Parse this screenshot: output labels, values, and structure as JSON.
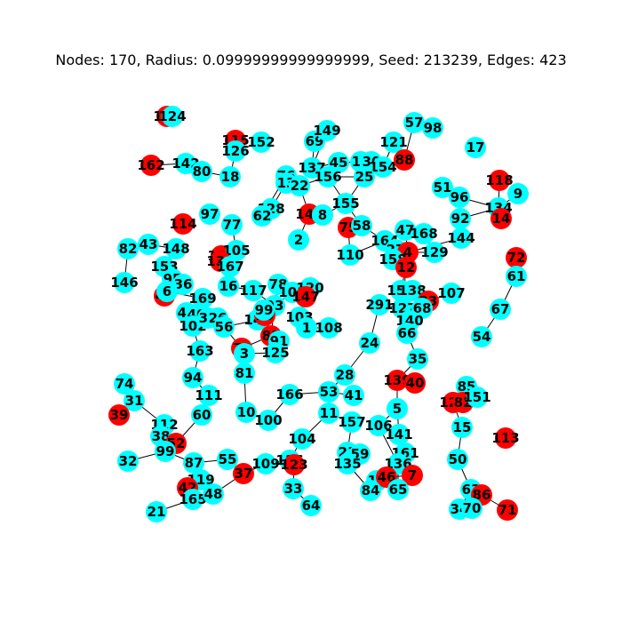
{
  "title": "Nodes: 170, Radius: 0.09999999999999999, Seed: 213239, Edges: 423",
  "colors": {
    "cyan": "#00ffff",
    "red": "#ff0000",
    "edge": "#000000",
    "label": "#000000"
  },
  "nodes": [
    {
      "id": "104",
      "color": "red"
    },
    {
      "id": "124",
      "color": "cyan"
    },
    {
      "id": "115",
      "color": "red"
    },
    {
      "id": "126",
      "color": "cyan"
    },
    {
      "id": "152",
      "color": "cyan"
    },
    {
      "id": "162",
      "color": "red"
    },
    {
      "id": "142",
      "color": "cyan"
    },
    {
      "id": "80",
      "color": "cyan"
    },
    {
      "id": "18",
      "color": "cyan"
    },
    {
      "id": "69",
      "color": "cyan"
    },
    {
      "id": "149",
      "color": "cyan"
    },
    {
      "id": "137",
      "color": "cyan"
    },
    {
      "id": "45",
      "color": "cyan"
    },
    {
      "id": "19",
      "color": "cyan"
    },
    {
      "id": "30",
      "color": "cyan"
    },
    {
      "id": "154",
      "color": "cyan"
    },
    {
      "id": "121",
      "color": "cyan"
    },
    {
      "id": "57",
      "color": "cyan"
    },
    {
      "id": "98",
      "color": "cyan"
    },
    {
      "id": "88",
      "color": "red"
    },
    {
      "id": "17",
      "color": "cyan"
    },
    {
      "id": "76",
      "color": "cyan"
    },
    {
      "id": "13",
      "color": "cyan"
    },
    {
      "id": "22",
      "color": "cyan"
    },
    {
      "id": "156",
      "color": "cyan"
    },
    {
      "id": "25",
      "color": "cyan"
    },
    {
      "id": "118",
      "color": "red"
    },
    {
      "id": "9",
      "color": "cyan"
    },
    {
      "id": "51",
      "color": "cyan"
    },
    {
      "id": "96",
      "color": "cyan"
    },
    {
      "id": "134",
      "color": "cyan"
    },
    {
      "id": "92",
      "color": "cyan"
    },
    {
      "id": "14",
      "color": "red"
    },
    {
      "id": "128",
      "color": "cyan"
    },
    {
      "id": "62",
      "color": "cyan"
    },
    {
      "id": "97",
      "color": "cyan"
    },
    {
      "id": "143",
      "color": "red"
    },
    {
      "id": "8",
      "color": "cyan"
    },
    {
      "id": "155",
      "color": "cyan"
    },
    {
      "id": "114",
      "color": "red"
    },
    {
      "id": "77",
      "color": "cyan"
    },
    {
      "id": "2",
      "color": "cyan"
    },
    {
      "id": "75",
      "color": "red"
    },
    {
      "id": "58",
      "color": "cyan"
    },
    {
      "id": "47",
      "color": "cyan"
    },
    {
      "id": "168",
      "color": "cyan"
    },
    {
      "id": "144",
      "color": "cyan"
    },
    {
      "id": "164",
      "color": "cyan"
    },
    {
      "id": "27",
      "color": "cyan"
    },
    {
      "id": "4",
      "color": "red"
    },
    {
      "id": "129",
      "color": "cyan"
    },
    {
      "id": "110",
      "color": "cyan"
    },
    {
      "id": "158",
      "color": "cyan"
    },
    {
      "id": "12",
      "color": "red"
    },
    {
      "id": "82",
      "color": "cyan"
    },
    {
      "id": "43",
      "color": "cyan"
    },
    {
      "id": "148",
      "color": "cyan"
    },
    {
      "id": "153",
      "color": "cyan"
    },
    {
      "id": "146",
      "color": "cyan"
    },
    {
      "id": "130",
      "color": "red"
    },
    {
      "id": "105",
      "color": "cyan"
    },
    {
      "id": "131",
      "color": "red"
    },
    {
      "id": "167",
      "color": "cyan"
    },
    {
      "id": "72",
      "color": "red"
    },
    {
      "id": "61",
      "color": "cyan"
    },
    {
      "id": "67",
      "color": "cyan"
    },
    {
      "id": "54",
      "color": "cyan"
    },
    {
      "id": "95",
      "color": "cyan"
    },
    {
      "id": "36",
      "color": "cyan"
    },
    {
      "id": "49",
      "color": "red"
    },
    {
      "id": "6",
      "color": "cyan"
    },
    {
      "id": "169",
      "color": "cyan"
    },
    {
      "id": "16",
      "color": "cyan"
    },
    {
      "id": "117",
      "color": "cyan"
    },
    {
      "id": "78",
      "color": "cyan"
    },
    {
      "id": "101",
      "color": "cyan"
    },
    {
      "id": "120",
      "color": "cyan"
    },
    {
      "id": "147",
      "color": "red"
    },
    {
      "id": "93",
      "color": "cyan"
    },
    {
      "id": "103",
      "color": "cyan"
    },
    {
      "id": "1",
      "color": "cyan"
    },
    {
      "id": "108",
      "color": "cyan"
    },
    {
      "id": "42",
      "color": "cyan"
    },
    {
      "id": "40",
      "color": "cyan"
    },
    {
      "id": "102",
      "color": "cyan"
    },
    {
      "id": "32",
      "color": "cyan"
    },
    {
      "id": "26",
      "color": "cyan"
    },
    {
      "id": "56",
      "color": "cyan"
    },
    {
      "id": "145",
      "color": "cyan"
    },
    {
      "id": "29",
      "color": "red"
    },
    {
      "id": "99",
      "color": "cyan"
    },
    {
      "id": "83",
      "color": "red"
    },
    {
      "id": "91",
      "color": "cyan"
    },
    {
      "id": "73",
      "color": "red"
    },
    {
      "id": "3",
      "color": "cyan"
    },
    {
      "id": "125",
      "color": "cyan"
    },
    {
      "id": "163",
      "color": "cyan"
    },
    {
      "id": "94",
      "color": "cyan"
    },
    {
      "id": "81",
      "color": "cyan"
    },
    {
      "id": "150",
      "color": "cyan"
    },
    {
      "id": "138",
      "color": "cyan"
    },
    {
      "id": "23",
      "color": "red"
    },
    {
      "id": "107",
      "color": "cyan"
    },
    {
      "id": "291",
      "color": "cyan"
    },
    {
      "id": "127",
      "color": "cyan"
    },
    {
      "id": "68",
      "color": "cyan"
    },
    {
      "id": "140",
      "color": "cyan"
    },
    {
      "id": "66",
      "color": "cyan"
    },
    {
      "id": "24",
      "color": "cyan"
    },
    {
      "id": "35",
      "color": "cyan"
    },
    {
      "id": "139",
      "color": "red"
    },
    {
      "id": "40b",
      "color": "red"
    },
    {
      "id": "28",
      "color": "cyan"
    },
    {
      "id": "74",
      "color": "cyan"
    },
    {
      "id": "31",
      "color": "cyan"
    },
    {
      "id": "39",
      "color": "red"
    },
    {
      "id": "111",
      "color": "cyan"
    },
    {
      "id": "60",
      "color": "cyan"
    },
    {
      "id": "112",
      "color": "cyan"
    },
    {
      "id": "38",
      "color": "cyan"
    },
    {
      "id": "52",
      "color": "red"
    },
    {
      "id": "99b",
      "color": "cyan"
    },
    {
      "id": "32b",
      "color": "cyan"
    },
    {
      "id": "166",
      "color": "cyan"
    },
    {
      "id": "53",
      "color": "cyan"
    },
    {
      "id": "41",
      "color": "cyan"
    },
    {
      "id": "10",
      "color": "cyan"
    },
    {
      "id": "100",
      "color": "cyan"
    },
    {
      "id": "11",
      "color": "cyan"
    },
    {
      "id": "5",
      "color": "cyan"
    },
    {
      "id": "85",
      "color": "cyan"
    },
    {
      "id": "122",
      "color": "red"
    },
    {
      "id": "82b",
      "color": "red"
    },
    {
      "id": "151",
      "color": "cyan"
    },
    {
      "id": "15",
      "color": "cyan"
    },
    {
      "id": "157",
      "color": "cyan"
    },
    {
      "id": "106",
      "color": "cyan"
    },
    {
      "id": "141",
      "color": "cyan"
    },
    {
      "id": "113",
      "color": "red"
    },
    {
      "id": "104b",
      "color": "cyan"
    },
    {
      "id": "23b",
      "color": "cyan"
    },
    {
      "id": "59",
      "color": "cyan"
    },
    {
      "id": "161",
      "color": "cyan"
    },
    {
      "id": "135",
      "color": "cyan"
    },
    {
      "id": "136",
      "color": "cyan"
    },
    {
      "id": "50",
      "color": "cyan"
    },
    {
      "id": "55",
      "color": "cyan"
    },
    {
      "id": "87",
      "color": "cyan"
    },
    {
      "id": "119",
      "color": "cyan"
    },
    {
      "id": "37",
      "color": "red"
    },
    {
      "id": "109",
      "color": "cyan"
    },
    {
      "id": "116",
      "color": "cyan"
    },
    {
      "id": "123",
      "color": "red"
    },
    {
      "id": "16b",
      "color": "cyan"
    },
    {
      "id": "46",
      "color": "red"
    },
    {
      "id": "7",
      "color": "red"
    },
    {
      "id": "84",
      "color": "cyan"
    },
    {
      "id": "65",
      "color": "cyan"
    },
    {
      "id": "63",
      "color": "cyan"
    },
    {
      "id": "86",
      "color": "red"
    },
    {
      "id": "42b",
      "color": "red"
    },
    {
      "id": "165",
      "color": "cyan"
    },
    {
      "id": "48",
      "color": "cyan"
    },
    {
      "id": "33",
      "color": "cyan"
    },
    {
      "id": "21",
      "color": "cyan"
    },
    {
      "id": "64",
      "color": "cyan"
    },
    {
      "id": "34",
      "color": "cyan"
    },
    {
      "id": "70",
      "color": "cyan"
    },
    {
      "id": "71",
      "color": "red"
    }
  ],
  "edges": [
    [
      "104",
      "124"
    ],
    [
      "115",
      "126"
    ],
    [
      "126",
      "152"
    ],
    [
      "126",
      "18"
    ],
    [
      "162",
      "142"
    ],
    [
      "142",
      "80"
    ],
    [
      "80",
      "18"
    ],
    [
      "69",
      "137"
    ],
    [
      "149",
      "137"
    ],
    [
      "137",
      "45"
    ],
    [
      "45",
      "156"
    ],
    [
      "45",
      "19"
    ],
    [
      "19",
      "30"
    ],
    [
      "30",
      "154"
    ],
    [
      "154",
      "25"
    ],
    [
      "121",
      "88"
    ],
    [
      "57",
      "88"
    ],
    [
      "121",
      "154"
    ],
    [
      "76",
      "13"
    ],
    [
      "13",
      "22"
    ],
    [
      "22",
      "156"
    ],
    [
      "156",
      "25"
    ],
    [
      "22",
      "143"
    ],
    [
      "143",
      "8"
    ],
    [
      "156",
      "155"
    ],
    [
      "155",
      "58"
    ],
    [
      "25",
      "155"
    ],
    [
      "118",
      "134"
    ],
    [
      "9",
      "134"
    ],
    [
      "51",
      "96"
    ],
    [
      "96",
      "134"
    ],
    [
      "92",
      "134"
    ],
    [
      "134",
      "14"
    ],
    [
      "92",
      "144"
    ],
    [
      "128",
      "62"
    ],
    [
      "62",
      "76"
    ],
    [
      "128",
      "13"
    ],
    [
      "143",
      "2"
    ],
    [
      "8",
      "155"
    ],
    [
      "75",
      "58"
    ],
    [
      "75",
      "110"
    ],
    [
      "47",
      "4"
    ],
    [
      "168",
      "129"
    ],
    [
      "164",
      "27"
    ],
    [
      "27",
      "4"
    ],
    [
      "4",
      "129"
    ],
    [
      "158",
      "12"
    ],
    [
      "110",
      "164"
    ],
    [
      "58",
      "164"
    ],
    [
      "144",
      "4"
    ],
    [
      "47",
      "168"
    ],
    [
      "82",
      "146"
    ],
    [
      "43",
      "148"
    ],
    [
      "148",
      "153"
    ],
    [
      "82",
      "43"
    ],
    [
      "153",
      "95"
    ],
    [
      "130",
      "105"
    ],
    [
      "105",
      "167"
    ],
    [
      "131",
      "167"
    ],
    [
      "77",
      "105"
    ],
    [
      "72",
      "61"
    ],
    [
      "61",
      "67"
    ],
    [
      "67",
      "54"
    ],
    [
      "95",
      "36"
    ],
    [
      "36",
      "49"
    ],
    [
      "49",
      "6"
    ],
    [
      "6",
      "169"
    ],
    [
      "169",
      "42"
    ],
    [
      "42",
      "40"
    ],
    [
      "40",
      "102"
    ],
    [
      "102",
      "26"
    ],
    [
      "26",
      "56"
    ],
    [
      "56",
      "145"
    ],
    [
      "145",
      "29"
    ],
    [
      "16",
      "117"
    ],
    [
      "117",
      "93"
    ],
    [
      "93",
      "101"
    ],
    [
      "101",
      "147"
    ],
    [
      "147",
      "103"
    ],
    [
      "120",
      "147"
    ],
    [
      "78",
      "93"
    ],
    [
      "103",
      "1"
    ],
    [
      "1",
      "108"
    ],
    [
      "93",
      "83"
    ],
    [
      "83",
      "91"
    ],
    [
      "91",
      "125"
    ],
    [
      "83",
      "73"
    ],
    [
      "73",
      "3"
    ],
    [
      "3",
      "125"
    ],
    [
      "145",
      "83"
    ],
    [
      "29",
      "83"
    ],
    [
      "102",
      "163"
    ],
    [
      "163",
      "94"
    ],
    [
      "94",
      "111"
    ],
    [
      "56",
      "73"
    ],
    [
      "73",
      "81"
    ],
    [
      "81",
      "10"
    ],
    [
      "150",
      "12"
    ],
    [
      "150",
      "23"
    ],
    [
      "23",
      "107"
    ],
    [
      "291",
      "24"
    ],
    [
      "291",
      "127"
    ],
    [
      "127",
      "140"
    ],
    [
      "140",
      "66"
    ],
    [
      "66",
      "35"
    ],
    [
      "35",
      "139"
    ],
    [
      "139",
      "40b"
    ],
    [
      "24",
      "28"
    ],
    [
      "28",
      "53"
    ],
    [
      "12",
      "127"
    ],
    [
      "68",
      "140"
    ],
    [
      "74",
      "31"
    ],
    [
      "31",
      "39"
    ],
    [
      "31",
      "112"
    ],
    [
      "111",
      "60"
    ],
    [
      "60",
      "52"
    ],
    [
      "112",
      "38"
    ],
    [
      "38",
      "52"
    ],
    [
      "52",
      "99b"
    ],
    [
      "99b",
      "32b"
    ],
    [
      "166",
      "53"
    ],
    [
      "53",
      "41"
    ],
    [
      "53",
      "11"
    ],
    [
      "10",
      "100"
    ],
    [
      "100",
      "166"
    ],
    [
      "11",
      "104b"
    ],
    [
      "104b",
      "116"
    ],
    [
      "11",
      "157"
    ],
    [
      "139",
      "5"
    ],
    [
      "5",
      "141"
    ],
    [
      "5",
      "106"
    ],
    [
      "141",
      "161"
    ],
    [
      "161",
      "7"
    ],
    [
      "106",
      "136"
    ],
    [
      "136",
      "65"
    ],
    [
      "85",
      "122"
    ],
    [
      "82b",
      "151"
    ],
    [
      "122",
      "15"
    ],
    [
      "15",
      "50"
    ],
    [
      "50",
      "63"
    ],
    [
      "63",
      "86"
    ],
    [
      "86",
      "71"
    ],
    [
      "63",
      "34"
    ],
    [
      "34",
      "70"
    ],
    [
      "157",
      "23b"
    ],
    [
      "23b",
      "135"
    ],
    [
      "59",
      "135"
    ],
    [
      "135",
      "84"
    ],
    [
      "16b",
      "46"
    ],
    [
      "46",
      "7"
    ],
    [
      "16b",
      "84"
    ],
    [
      "46",
      "65"
    ],
    [
      "55",
      "87"
    ],
    [
      "87",
      "119"
    ],
    [
      "119",
      "42b"
    ],
    [
      "42b",
      "165"
    ],
    [
      "165",
      "48"
    ],
    [
      "48",
      "37"
    ],
    [
      "55",
      "37"
    ],
    [
      "21",
      "165"
    ],
    [
      "87",
      "99b"
    ],
    [
      "109",
      "116"
    ],
    [
      "116",
      "123"
    ],
    [
      "123",
      "33"
    ],
    [
      "33",
      "64"
    ],
    [
      "109",
      "37"
    ]
  ]
}
